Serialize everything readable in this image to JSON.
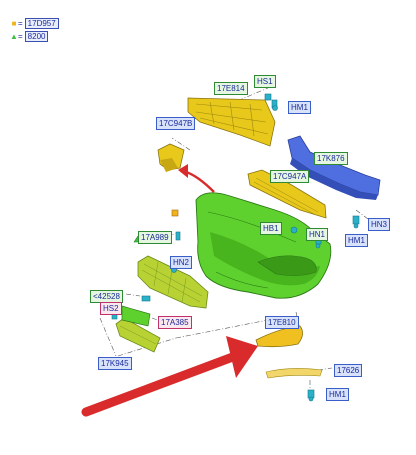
{
  "legend": {
    "items": [
      {
        "symbol": "■",
        "color": "#f2b21a",
        "sep": "=",
        "value": "17D957"
      },
      {
        "symbol": "▲",
        "color": "#3fbf3f",
        "sep": "=",
        "value": "8200"
      }
    ]
  },
  "callouts": [
    {
      "id": "17e814",
      "text": "17E814",
      "style": "green"
    },
    {
      "id": "hs1",
      "text": "HS1",
      "style": "green"
    },
    {
      "id": "hm1-top",
      "text": "HM1",
      "style": "blue"
    },
    {
      "id": "17c947b",
      "text": "17C947B",
      "style": "blue"
    },
    {
      "id": "17k876",
      "text": "17K876",
      "style": "green"
    },
    {
      "id": "17c947a",
      "text": "17C947A",
      "style": "green"
    },
    {
      "id": "hn3",
      "text": "HN3",
      "style": "blue"
    },
    {
      "id": "17a989",
      "text": "17A989",
      "style": "green"
    },
    {
      "id": "hb1",
      "text": "HB1",
      "style": "green"
    },
    {
      "id": "hn1",
      "text": "HN1",
      "style": "green"
    },
    {
      "id": "hm1-mid",
      "text": "HM1",
      "style": "blue"
    },
    {
      "id": "hn2",
      "text": "HN2",
      "style": "blue"
    },
    {
      "id": "42528",
      "text": "<42528",
      "style": "green"
    },
    {
      "id": "hs2",
      "text": "HS2",
      "style": "red"
    },
    {
      "id": "17a385",
      "text": "17A385",
      "style": "red"
    },
    {
      "id": "17k945",
      "text": "17K945",
      "style": "blue"
    },
    {
      "id": "17e810",
      "text": "17E810",
      "style": "blue"
    },
    {
      "id": "17626",
      "text": "17626",
      "style": "blue"
    },
    {
      "id": "hm1-bottom",
      "text": "HM1",
      "style": "blue"
    }
  ],
  "colors": {
    "bumper": "#5fd12e",
    "reinforcement": "#e8c81a",
    "absorber": "#4f6fe0",
    "grille": "#b8d234",
    "fog_cover": "#f0c020",
    "arrow": "#d92b2b",
    "fastener": "#2ab0c8"
  }
}
